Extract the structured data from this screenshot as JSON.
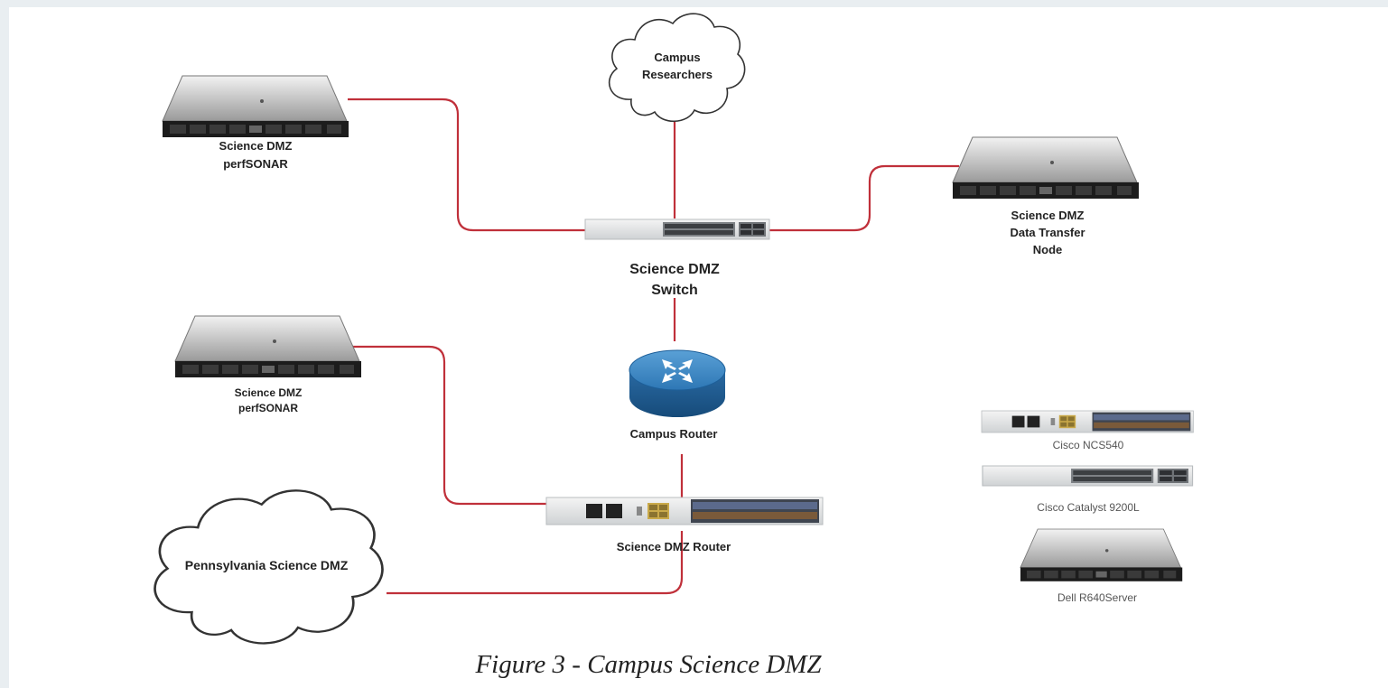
{
  "nodes": {
    "perfsonar_top": {
      "label_line1": "Science DMZ",
      "label_line2": "perfSONAR"
    },
    "researchers": {
      "label_line1": "Campus",
      "label_line2": "Researchers"
    },
    "dtn": {
      "label_line1": "Science DMZ",
      "label_line2": "Data Transfer",
      "label_line3": "Node"
    },
    "dmz_switch": {
      "label_line1": "Science DMZ",
      "label_line2": "Switch"
    },
    "perfsonar_bottom": {
      "label_line1": "Science DMZ",
      "label_line2": "perfSONAR"
    },
    "campus_router": {
      "label": "Campus Router"
    },
    "pa_cloud": {
      "label": "Pennsylvania Science DMZ"
    },
    "dmz_router": {
      "label": "Science DMZ Router"
    }
  },
  "legend": {
    "ncs540": "Cisco NCS540",
    "catalyst": "Cisco Catalyst 9200L",
    "dell": "Dell R640Server"
  },
  "caption": "Figure 3 - Campus Science DMZ",
  "colors": {
    "link": "#c0303a",
    "router_blue": "#1f6aa5",
    "server_bezel": "#1c1c1c",
    "device_gray": "#d9dcdf"
  }
}
